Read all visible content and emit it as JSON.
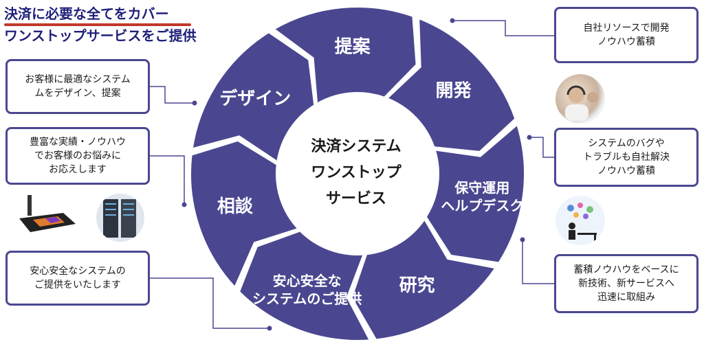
{
  "headline": {
    "line1": "決済に必要な全てをカバー",
    "line2": "ワンストップサービスをご提供"
  },
  "center": {
    "text": "決済システム\nワンストップ\nサービス"
  },
  "segments": [
    {
      "label": "提案"
    },
    {
      "label": "開発"
    },
    {
      "label": "保守運用\nヘルプデスク"
    },
    {
      "label": "研究"
    },
    {
      "label": "安心安全な\nシステムのご提供"
    },
    {
      "label": "相談"
    },
    {
      "label": "デザイン"
    }
  ],
  "notes": {
    "design": "お客様に最適なシステム\nムをデザイン、提案",
    "consult": "豊富な実績・ノウハウ\nでお客様のお悩みに\nお応えします",
    "safe": "安心安全なシステムの\nご提供をいたします",
    "dev": "自社リソースで開発\nノウハウ蓄積",
    "support": "システムのバグや\nトラブルも自社解決\nノウハウ蓄積",
    "research": "蓄積ノウハウをベースに\n新技術、新サービスへ\n迅速に取組み"
  },
  "colors": {
    "segment": "#4a4790",
    "border": "#4a4790",
    "line": "#4a4790",
    "accent": "#c0392b"
  }
}
